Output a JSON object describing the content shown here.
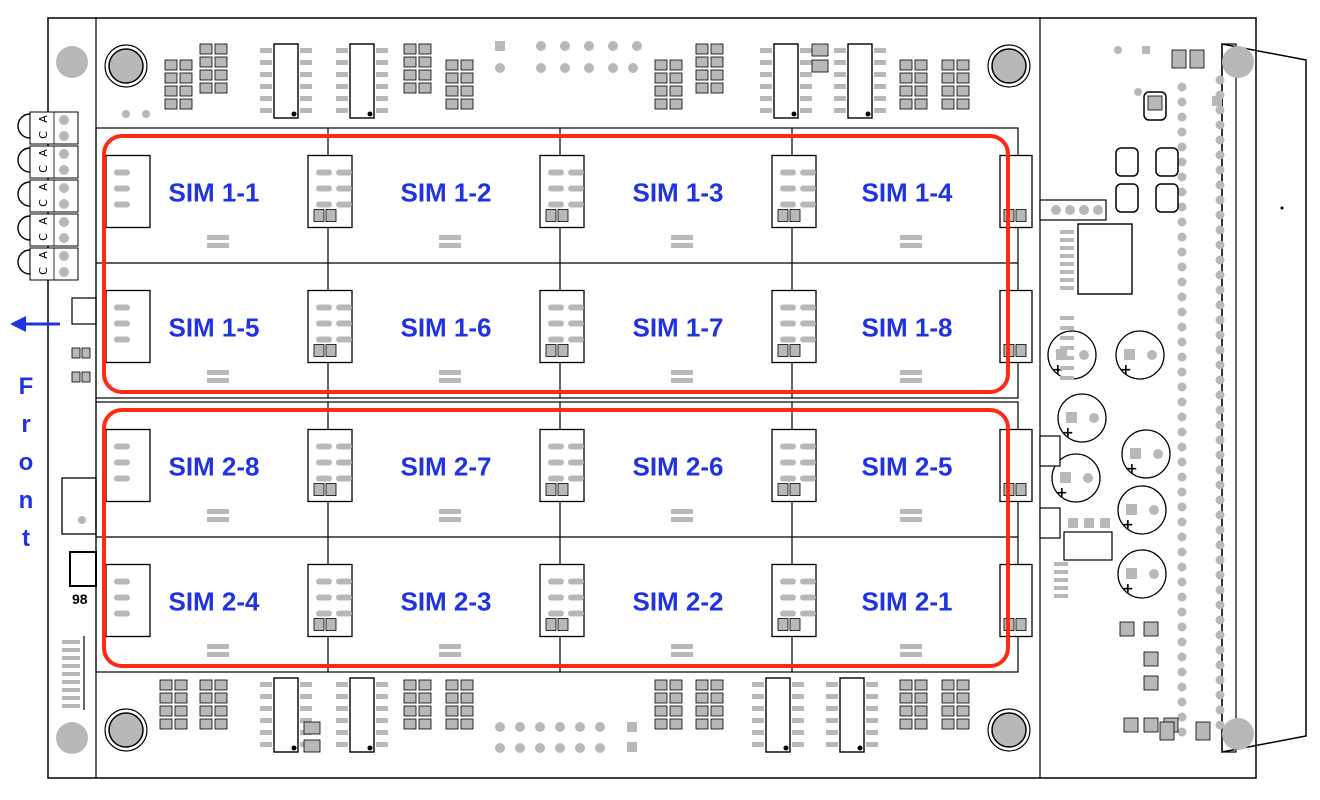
{
  "front_label": "Front",
  "led_row_letters": [
    "A",
    "C",
    "A",
    "C",
    "A",
    "C",
    "A",
    "C",
    "A",
    "C"
  ],
  "chip_mark": "98",
  "sim_groups": [
    {
      "name": "group-1",
      "highlight_color": "#ff2a12",
      "rows": [
        [
          "SIM 1-1",
          "SIM 1-2",
          "SIM 1-3",
          "SIM 1-4"
        ],
        [
          "SIM 1-5",
          "SIM 1-6",
          "SIM 1-7",
          "SIM 1-8"
        ]
      ]
    },
    {
      "name": "group-2",
      "highlight_color": "#ff2a12",
      "rows": [
        [
          "SIM 2-8",
          "SIM 2-7",
          "SIM 2-6",
          "SIM 2-5"
        ],
        [
          "SIM 2-4",
          "SIM 2-3",
          "SIM 2-2",
          "SIM 2-1"
        ]
      ]
    }
  ],
  "colors": {
    "label": "#1f33e0",
    "highlight": "#ff2a12",
    "pad": "#b8b8b8",
    "outline": "#000000"
  }
}
